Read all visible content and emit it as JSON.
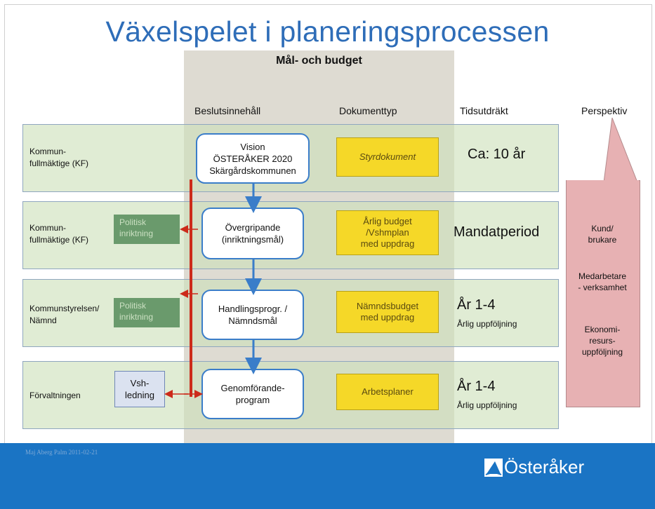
{
  "title": "Växelspelet i planeringsprocessen",
  "gray_header": "Mål- och budget",
  "columns": {
    "beslut": "Beslutsinnehåll",
    "dokument": "Dokumenttyp",
    "tid": "Tidsutdräkt",
    "perspektiv": "Perspektiv"
  },
  "rows": [
    {
      "label": "Kommun-\nfullmäktige (KF)",
      "content": "Vision\nÖSTERÅKER 2020\nSkärgårdskommunen",
      "doc": "Styrdokument",
      "time": "Ca: 10 år",
      "time_sub": ""
    },
    {
      "label": "Kommun-\nfullmäktige (KF)",
      "side": "Politisk\ninriktning",
      "content": "Övergripande\n(inriktningsmål)",
      "doc": "Årlig budget\n/Vshmplan\nmed uppdrag",
      "time": "Mandatperiod",
      "time_sub": ""
    },
    {
      "label": "Kommunstyrelsen/\nNämnd",
      "side": "Politisk\ninriktning",
      "content": "Handlingsprogr. /\nNämndsmål",
      "doc": "Nämndsbudget\nmed uppdrag",
      "time": "År 1-4",
      "time_sub": "Årlig uppföljning"
    },
    {
      "label": "Förvaltningen",
      "side": "Vsh-\nledning",
      "content": "Genomförande-\nprogram",
      "doc": "Arbetsplaner",
      "time": "År 1-4",
      "time_sub": "Årlig uppföljning"
    }
  ],
  "perspective_items": [
    "Kund/\nbrukare",
    "Medarbetare\n- verksamhet",
    "Ekonomi-\nresurs-\nuppföljning"
  ],
  "footer": {
    "note": "Maj Aberg Palm 2011-02-21",
    "brand": "Österåker"
  },
  "colors": {
    "title": "#2e6db8",
    "row_bg": "#cde1b9",
    "yellow": "#f5d828",
    "arrow_red": "#cc2a1a",
    "arrow_blue": "#3a7dc9",
    "perspective": "#e7b1b3",
    "footer": "#1a74c4"
  }
}
